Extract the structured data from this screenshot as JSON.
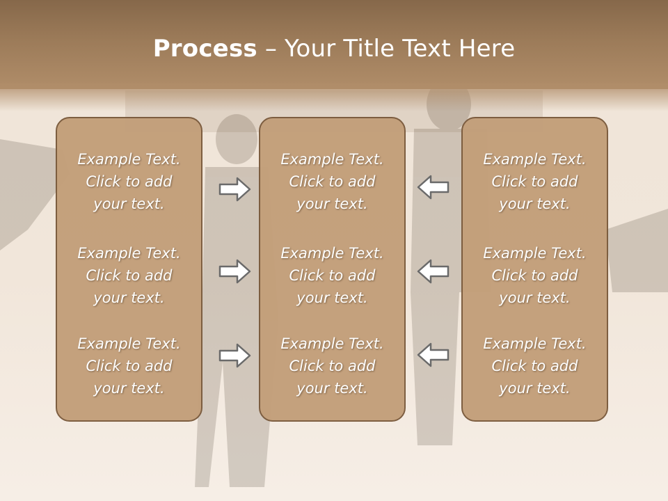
{
  "title": {
    "bold": "Process",
    "rest": " – Your Title Text Here"
  },
  "panels": [
    {
      "items": [
        {
          "lines": [
            "Example Text.",
            "Click  to add",
            "your text."
          ]
        },
        {
          "lines": [
            "Example Text.",
            "Click  to add",
            "your text."
          ]
        },
        {
          "lines": [
            "Example Text.",
            "Click  to add",
            "your text."
          ]
        }
      ]
    },
    {
      "items": [
        {
          "lines": [
            "Example Text.",
            "Click  to add",
            "your text."
          ]
        },
        {
          "lines": [
            "Example Text.",
            "Click  to add",
            "your text."
          ]
        },
        {
          "lines": [
            "Example Text.",
            "Click  to add",
            "your text."
          ]
        }
      ]
    },
    {
      "items": [
        {
          "lines": [
            "Example Text.",
            "Click  to add",
            "your text."
          ]
        },
        {
          "lines": [
            "Example Text.",
            "Click  to add",
            "your text."
          ]
        },
        {
          "lines": [
            "Example Text.",
            "Click  to add",
            "your text."
          ]
        }
      ]
    }
  ],
  "arrows": {
    "left_column": [
      "arrow-right-icon",
      "arrow-right-icon",
      "arrow-right-icon"
    ],
    "right_column": [
      "arrow-left-icon",
      "arrow-left-icon",
      "arrow-left-icon"
    ]
  },
  "colors": {
    "header": "#9c7b59",
    "panel_fill": "#c39f7a",
    "panel_border": "#7a5a3c",
    "text": "#ffffff"
  }
}
